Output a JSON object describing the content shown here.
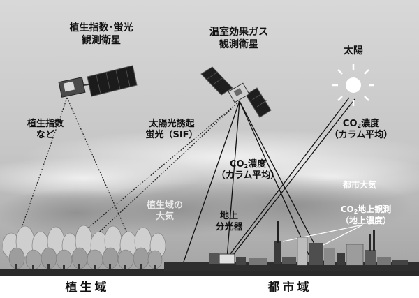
{
  "satellites": {
    "vegetation": {
      "line1": "植生指数･蛍光",
      "line2": "観測衛星"
    },
    "ghg": {
      "line1": "温室効果ガス",
      "line2": "観測衛星"
    }
  },
  "sun_label": "太陽",
  "labels": {
    "vegetation_index": {
      "line1": "植生指数",
      "line2": "など"
    },
    "sif": {
      "line1": "太陽光誘起",
      "line2": "蛍光（SIF）"
    },
    "co2_column_sun": {
      "co": "CO",
      "sub": "2",
      "rest": "濃度",
      "line2": "（カラム平均）"
    },
    "co2_column_ground": {
      "co": "CO",
      "sub": "2",
      "rest": "濃度",
      "line2": "（カラム平均）"
    },
    "vegetation_atmosphere": {
      "line1": "植生域の",
      "line2": "大気"
    },
    "urban_atmosphere": "都市大気",
    "ground_spectrometer": {
      "line1": "地上",
      "line2": "分光器"
    },
    "co2_ground_obs": {
      "co": "CO",
      "sub": "2",
      "rest": "地上観測",
      "line2": "（地上濃度）"
    }
  },
  "regions": {
    "vegetation": "植生域",
    "urban": "都市域"
  },
  "colors": {
    "sky_top": "#d4d4d4",
    "sky_bottom": "#a9a9a9",
    "ground": "#2a2a2a",
    "trees": "#bdbdbd"
  }
}
